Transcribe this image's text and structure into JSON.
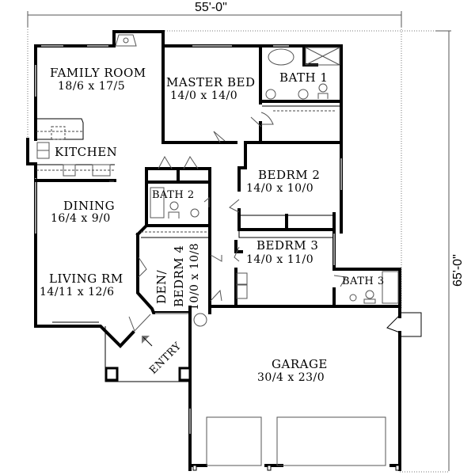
{
  "plan": {
    "overall_width": "55'-0\"",
    "overall_depth": "65'-0\"",
    "rooms": {
      "family_room": {
        "name": "FAMILY ROOM",
        "size": "18/6 x 17/5"
      },
      "master_bed": {
        "name": "MASTER BED",
        "size": "14/0 x 14/0"
      },
      "bath1": {
        "name": "BATH 1"
      },
      "kitchen": {
        "name": "KITCHEN"
      },
      "dining": {
        "name": "DINING",
        "size": "16/4 x 9/0"
      },
      "bath2": {
        "name": "BATH 2"
      },
      "bedrm2": {
        "name": "BEDRM 2",
        "size": "14/0 x 10/0"
      },
      "bedrm3": {
        "name": "BEDRM 3",
        "size": "14/0 x 11/0"
      },
      "living": {
        "name": "LIVING RM",
        "size": "14/11 x 12/6"
      },
      "den_line1": "DEN/",
      "den_line2": "BEDRM 4",
      "den_size": "10/0 x 10/8",
      "bath3": {
        "name": "BATH 3"
      },
      "entry": {
        "name": "ENTRY"
      },
      "garage": {
        "name": "GARAGE",
        "size": "30/4 x 23/0"
      }
    }
  }
}
